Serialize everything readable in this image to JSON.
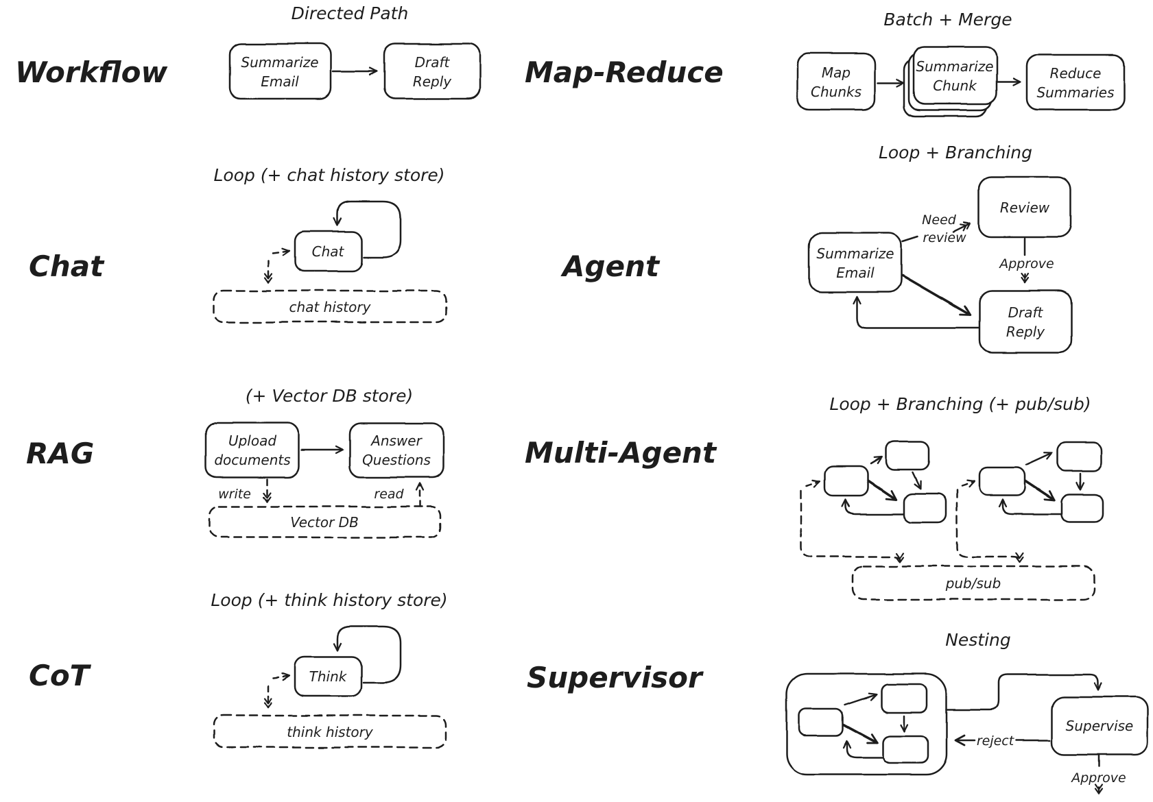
{
  "canvas": {
    "bg": "#ffffff",
    "ink": "#1d1d1d"
  },
  "rows": {
    "workflow": {
      "label": "Workflow",
      "pattern": "Directed Path",
      "summarize_email": {
        "l1": "Summarize",
        "l2": "Email"
      },
      "draft_reply": {
        "l1": "Draft",
        "l2": "Reply"
      }
    },
    "map_reduce": {
      "label": "Map-Reduce",
      "pattern": "Batch + Merge",
      "map_chunks": {
        "l1": "Map",
        "l2": "Chunks"
      },
      "summarize_chunk": {
        "l1": "Summarize",
        "l2": "Chunk"
      },
      "reduce_summaries": {
        "l1": "Reduce",
        "l2": "Summaries"
      }
    },
    "chat": {
      "label": "Chat",
      "pattern": "Loop (+ chat history store)",
      "chat_node": "Chat",
      "chat_history": "chat history"
    },
    "agent": {
      "label": "Agent",
      "pattern": "Loop + Branching",
      "summarize_email": {
        "l1": "Summarize",
        "l2": "Email"
      },
      "review": "Review",
      "draft_reply": {
        "l1": "Draft",
        "l2": "Reply"
      },
      "need_review": {
        "l1": "Need",
        "l2": "review"
      },
      "approve": "Approve"
    },
    "rag": {
      "label": "RAG",
      "pattern": "(+ Vector DB store)",
      "upload_documents": {
        "l1": "Upload",
        "l2": "documents"
      },
      "answer_questions": {
        "l1": "Answer",
        "l2": "Questions"
      },
      "write": "write",
      "read": "read",
      "vector_db": "Vector DB"
    },
    "multi_agent": {
      "label": "Multi-Agent",
      "pattern": "Loop + Branching (+ pub/sub)",
      "pub_sub": "pub/sub"
    },
    "cot": {
      "label": "CoT",
      "pattern": "Loop (+ think history store)",
      "think_node": "Think",
      "think_history": "think history"
    },
    "supervisor": {
      "label": "Supervisor",
      "pattern": "Nesting",
      "supervise": "Supervise",
      "reject": "reject",
      "approve": "Approve"
    }
  }
}
